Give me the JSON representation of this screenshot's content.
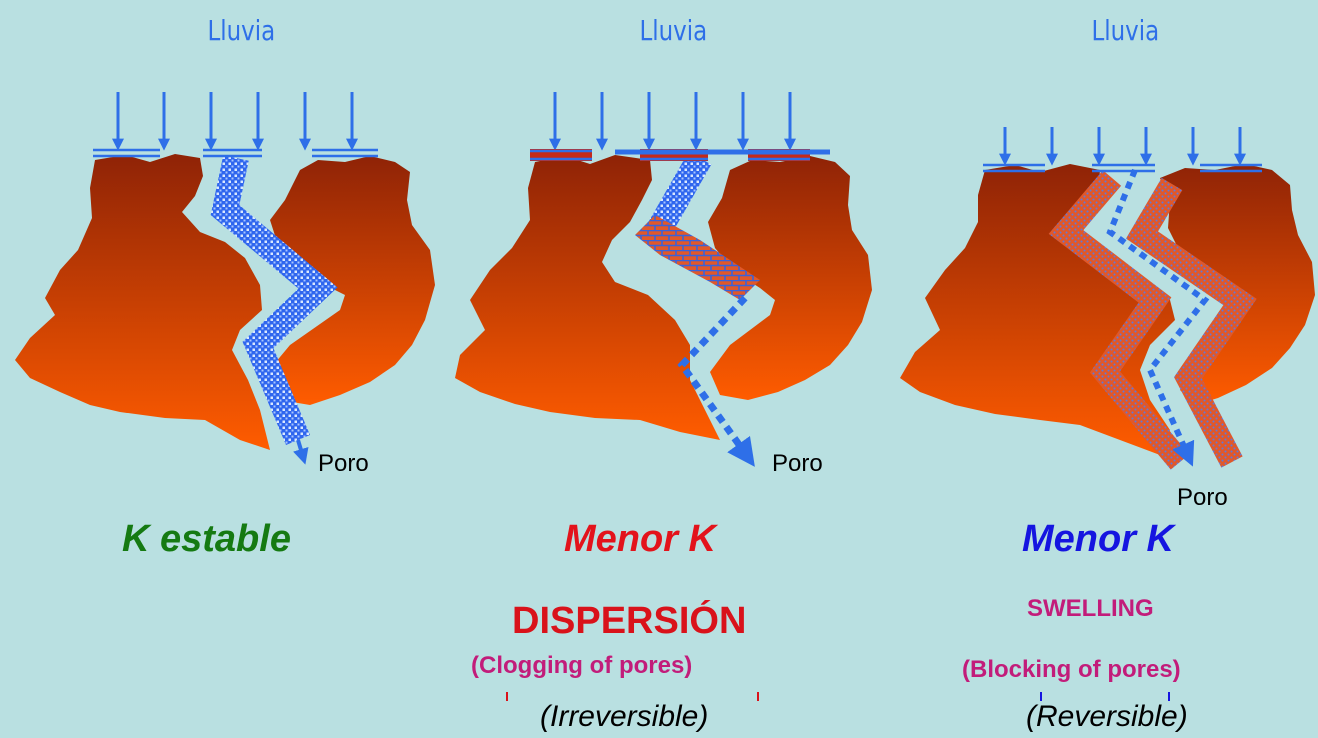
{
  "panels": [
    {
      "rain_label": "Lluvia",
      "pore_label": "Poro",
      "k_label": "K  estable",
      "k_color": "#157a12"
    },
    {
      "rain_label": "Lluvia",
      "pore_label": "Poro",
      "k_label": "Menor  K",
      "k_color": "#e3131b",
      "process_label": "DISPERSIÓN",
      "process_color": "#d9121a",
      "detail_label": "(Clogging of pores)",
      "detail_color": "#c21c7a",
      "note_label": "(Irreversible)"
    },
    {
      "rain_label": "Lluvia",
      "pore_label": "Poro",
      "k_label": "Menor  K",
      "k_color": "#1515e0",
      "process_label": "SWELLING",
      "process_color": "#c21c7a",
      "detail_label": "(Blocking of pores)",
      "detail_color": "#c21c7a",
      "note_label": "(Reversible)"
    }
  ],
  "colors": {
    "background": "#b9e0e1",
    "rain": "#2e6fe8",
    "soil_top": "#8f2306",
    "soil_bottom": "#ff5c00",
    "clay": "#e0582a"
  }
}
